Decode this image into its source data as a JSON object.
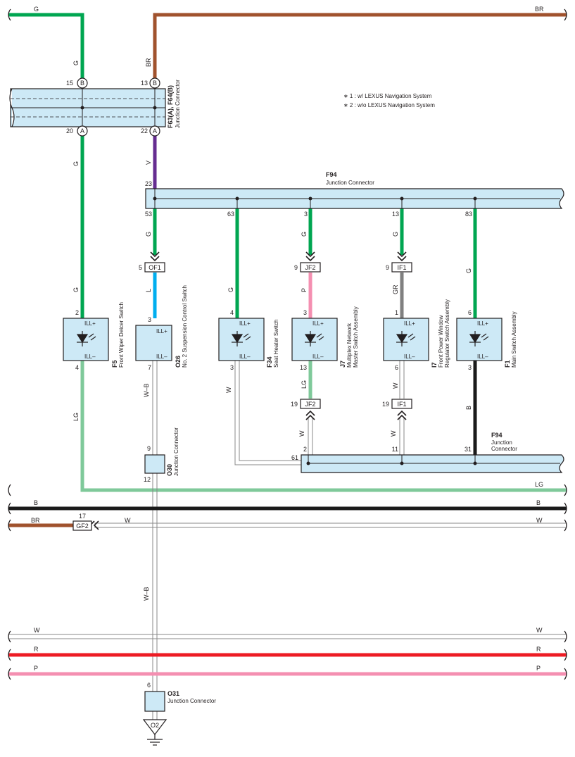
{
  "colors": {
    "green": "#00a651",
    "brown": "#a0522d",
    "violet": "#662d91",
    "blue": "#00aeef",
    "pink": "#f48fb1",
    "light_green": "#7fc99a",
    "gray": "#808080",
    "black": "#1a1a1a",
    "red": "#ed1c24",
    "white_wire": "#bdbdbd",
    "connector_fill": "#cde9f6"
  },
  "notes": {
    "note1": "∗ 1 : w/ LEXUS Navigation System",
    "note2": "∗ 2 : w/o LEXUS Navigation System"
  },
  "connectors": {
    "f63": {
      "id": "F63(A), F64(B)",
      "name": "Junction Connector"
    },
    "f94_top": {
      "id": "F94",
      "name": "Junction Connector"
    },
    "f94_bottom": {
      "id": "F94",
      "name_line1": "Junction",
      "name_line2": "Connector"
    },
    "o30": {
      "id": "O30",
      "name": "Junction Connector"
    },
    "o31": {
      "id": "O31",
      "name": "Junction Connector"
    },
    "o2": "O2",
    "of1": "OF1",
    "jf2_top": "JF2",
    "if1_top": "IF1",
    "jf2_bottom": "JF2",
    "if1_bottom": "IF1",
    "gf2": "GF2"
  },
  "components": {
    "f5": {
      "id": "F5",
      "name": "Front Wiper Deicer Switch"
    },
    "o26": {
      "id": "O26",
      "name": "No. 2 Suspension Control Switch"
    },
    "f34": {
      "id": "F34",
      "name": "Seat Heater Switch"
    },
    "j7": {
      "id": "J7",
      "name_line1": "Multiplex Network",
      "name_line2": "Master Switch Assembly"
    },
    "i7": {
      "id": "I7",
      "name_line1": "Front Power Window",
      "name_line2": "Regulator Switch Assembly"
    },
    "f1": {
      "id": "F1",
      "name": "Main Switch Assembly"
    },
    "ill_plus": "ILL+",
    "ill_minus": "ILL–"
  },
  "pins": {
    "p15": "15",
    "p13": "13",
    "p20": "20",
    "p22": "22",
    "pA": "A",
    "pB": "B",
    "p23": "23",
    "p53": "53",
    "p63": "63",
    "p3": "3",
    "p13b": "13",
    "p83": "83",
    "p5": "5",
    "p9": "9",
    "p9b": "9",
    "f5_in": "2",
    "f5_out": "4",
    "o26_in": "3",
    "o26_out": "7",
    "f34_in": "4",
    "f34_out": "3",
    "j7_in": "3",
    "j7_out": "13",
    "i7_in": "1",
    "i7_out": "6",
    "f1_in": "6",
    "f1_out": "3",
    "p19a": "19",
    "p19b": "19",
    "p9c": "9",
    "p12": "12",
    "p61": "61",
    "p2": "2",
    "p11": "11",
    "p31": "31",
    "p17": "17",
    "p6": "6"
  },
  "wires": {
    "g": "G",
    "br": "BR",
    "v": "V",
    "l": "L",
    "p": "P",
    "gr": "GR",
    "lg": "LG",
    "wb": "W–B",
    "w": "W",
    "b": "B",
    "r": "R"
  }
}
